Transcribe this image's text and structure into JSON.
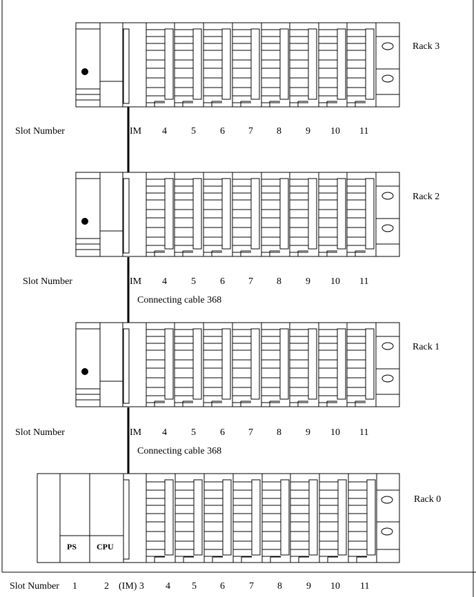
{
  "colors": {
    "line": "#000000",
    "background": "#ffffff"
  },
  "racks": [
    {
      "label": "Rack 3",
      "type": "expansion",
      "slot_label": "Slot Number",
      "slot_numbers": [
        "IM",
        "4",
        "5",
        "6",
        "7",
        "8",
        "9",
        "10",
        "11"
      ]
    },
    {
      "label": "Rack 2",
      "type": "expansion",
      "slot_label": "Slot Number",
      "slot_numbers": [
        "IM",
        "4",
        "5",
        "6",
        "7",
        "8",
        "9",
        "10",
        "11"
      ]
    },
    {
      "label": "Rack 1",
      "type": "expansion",
      "slot_label": "Slot Number",
      "slot_numbers": [
        "IM",
        "4",
        "5",
        "6",
        "7",
        "8",
        "9",
        "10",
        "11"
      ]
    },
    {
      "label": "Rack 0",
      "type": "central",
      "slot_label": "Slot Number",
      "slot_numbers": [
        "1",
        "2",
        "(IM) 3",
        "4",
        "5",
        "6",
        "7",
        "8",
        "9",
        "10",
        "11"
      ],
      "modules": {
        "ps": "PS",
        "cpu": "CPU"
      }
    }
  ],
  "cables": [
    {
      "label": ""
    },
    {
      "label": "Connecting cable 368"
    },
    {
      "label": "Connecting cable 368"
    }
  ]
}
